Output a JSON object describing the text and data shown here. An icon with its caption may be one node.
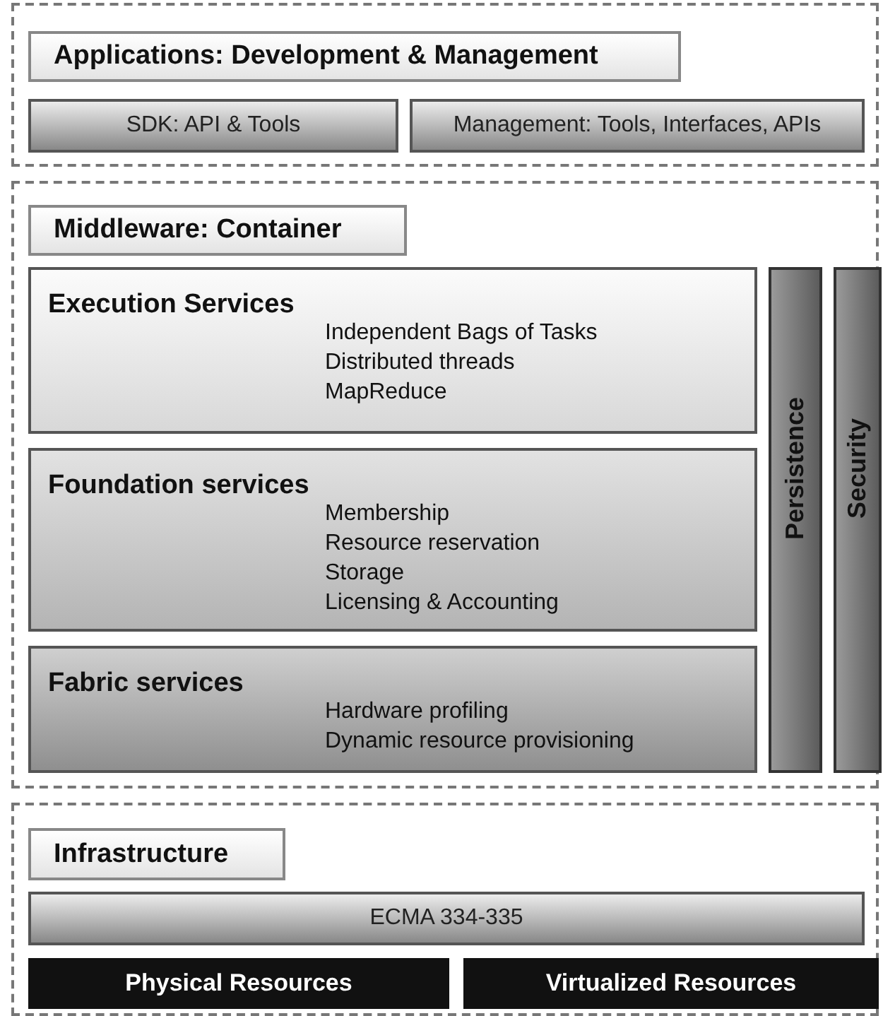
{
  "diagram": {
    "nodes": [
      {
        "text": [],
        "shape": "box"
      },
      {
        "text": [
          "Applications: Development & Management"
        ],
        "in": 0
      },
      {
        "text": [
          "SDK: API & Tools"
        ],
        "in": 0
      },
      {
        "text": [
          "Management: Tools, Interfaces, APIs"
        ],
        "in": 0
      },
      {
        "text": [],
        "shape": "box"
      },
      {
        "text": [
          "Middleware: Container"
        ],
        "in": 4
      },
      {
        "text": [
          "Execution Services",
          "Independent Bags of Tasks",
          "Distributed threads",
          "MapReduce"
        ],
        "in": 4
      },
      {
        "text": [
          "Foundation services",
          "Membership",
          "Resource reservation",
          "Storage",
          "Licensing & Accounting"
        ],
        "in": 4
      },
      {
        "text": [
          "Fabric services",
          "Hardware profiling",
          "Dynamic resource provisioning"
        ],
        "in": 4
      },
      {
        "text": [
          "Persistence"
        ],
        "in": 4
      },
      {
        "text": [
          "Security"
        ],
        "in": 4
      },
      {
        "text": [],
        "shape": "box"
      },
      {
        "text": [
          "Infrastructure"
        ],
        "in": 11
      },
      {
        "text": [
          "ECMA 334-335"
        ],
        "in": 11
      },
      {
        "text": [
          "Physical Resources"
        ],
        "in": 11
      },
      {
        "text": [
          "Virtualized Resources"
        ],
        "in": 11
      }
    ]
  }
}
